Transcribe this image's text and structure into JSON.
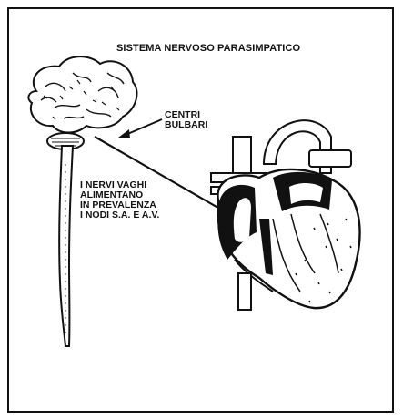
{
  "diagram": {
    "title": "SISTEMA NERVOSO PARASIMPATICO",
    "label_centri": "CENTRI\nBULBARI",
    "label_nervi": "I NERVI VAGHI\nALIMENTANO\nIN PREVALENZA\nI NODI S.A. E A.V."
  }
}
